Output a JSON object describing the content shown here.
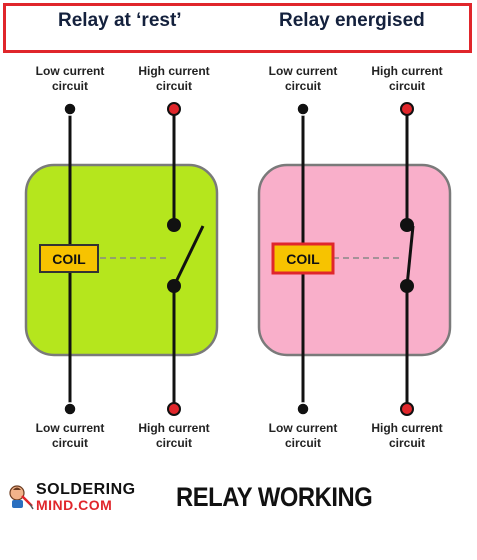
{
  "header": {
    "left_title": "Relay at ‘rest’",
    "right_title": "Relay energised",
    "border_color": "#e0262b"
  },
  "left_relay": {
    "state": "rest",
    "body_color": "#b5e61d",
    "top_left_label": [
      "Low current",
      "circuit"
    ],
    "top_right_label": [
      "High current",
      "circuit"
    ],
    "bottom_left_label": [
      "Low current",
      "circuit"
    ],
    "bottom_right_label": [
      "High current",
      "circuit"
    ],
    "coil_label": "COIL",
    "coil_fill": "#f7c300",
    "coil_border": "#333333",
    "switch": "open"
  },
  "right_relay": {
    "state": "energised",
    "body_color": "#f9afca",
    "top_left_label": [
      "Low current",
      "circuit"
    ],
    "top_right_label": [
      "High current",
      "circuit"
    ],
    "bottom_left_label": [
      "Low current",
      "circuit"
    ],
    "bottom_right_label": [
      "High current",
      "circuit"
    ],
    "coil_label": "COIL",
    "coil_fill": "#f7c300",
    "coil_border": "#e0262b",
    "switch": "closed"
  },
  "terminal_colors": {
    "low": "#111111",
    "high": "#e0262b"
  },
  "brand": {
    "line1": "SOLDERING",
    "line2": "MIND.COM"
  },
  "footer_title": "RELAY WORKING"
}
